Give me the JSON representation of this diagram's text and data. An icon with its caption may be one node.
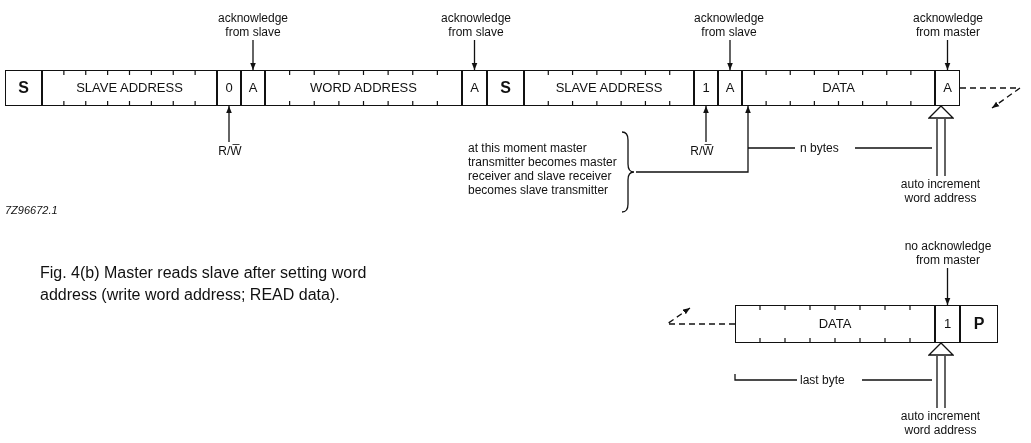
{
  "diagram": {
    "caption": "Fig. 4(b) Master reads slave after setting word address (write word address; READ data).",
    "nodes": [
      {
        "text": [
          "S"
        ]
      },
      {
        "text": [
          "SLAVE ADDRESS"
        ]
      },
      {
        "text": [
          "0"
        ]
      },
      {
        "text": [
          "A"
        ]
      },
      {
        "text": [
          "WORD ADDRESS"
        ]
      },
      {
        "text": [
          "A"
        ]
      },
      {
        "text": [
          "S"
        ]
      },
      {
        "text": [
          "SLAVE ADDRESS"
        ]
      },
      {
        "text": [
          "1"
        ]
      },
      {
        "text": [
          "A"
        ]
      },
      {
        "text": [
          "DATA"
        ]
      },
      {
        "text": [
          "A"
        ]
      },
      {
        "text": [
          "acknowledge from slave"
        ]
      },
      {
        "text": [
          "acknowledge from slave"
        ]
      },
      {
        "text": [
          "acknowledge from slave"
        ]
      },
      {
        "text": [
          "acknowledge from master"
        ]
      },
      {
        "text": [
          "R/W̅"
        ]
      },
      {
        "text": [
          "R/W̅"
        ]
      },
      {
        "text": [
          "at this moment master transmitter becomes master receiver and slave receiver becomes slave transmitter"
        ]
      },
      {
        "text": [
          "auto increment word address"
        ]
      },
      {
        "text": [
          "no acknowledge from master"
        ]
      },
      {
        "text": [
          "DATA"
        ]
      },
      {
        "text": [
          "1"
        ]
      },
      {
        "text": [
          "P"
        ]
      },
      {
        "text": [
          "auto increment word address"
        ]
      }
    ],
    "edges": [
      {
        "from": 12,
        "to": 3,
        "arrow": "to"
      },
      {
        "from": 13,
        "to": 5,
        "arrow": "to"
      },
      {
        "from": 14,
        "to": 9,
        "arrow": "to"
      },
      {
        "from": 15,
        "to": 11,
        "arrow": "to"
      },
      {
        "from": 16,
        "to": 2,
        "arrow": "to"
      },
      {
        "from": 17,
        "to": 8,
        "arrow": "to"
      },
      {
        "from": 18,
        "to": 9,
        "arrow": "to"
      },
      {
        "from": 19,
        "to": 11,
        "arrow": "to"
      },
      {
        "from": 11,
        "to": null,
        "arrow": "to",
        "style": "dashed"
      },
      {
        "from": 20,
        "to": 22,
        "arrow": "to"
      },
      {
        "from": 21,
        "to": null,
        "arrow": "to",
        "style": "dashed"
      },
      {
        "from": 24,
        "to": 22,
        "arrow": "to"
      }
    ],
    "labels": [
      "7Z96672.1",
      "n bytes",
      "last byte"
    ]
  }
}
